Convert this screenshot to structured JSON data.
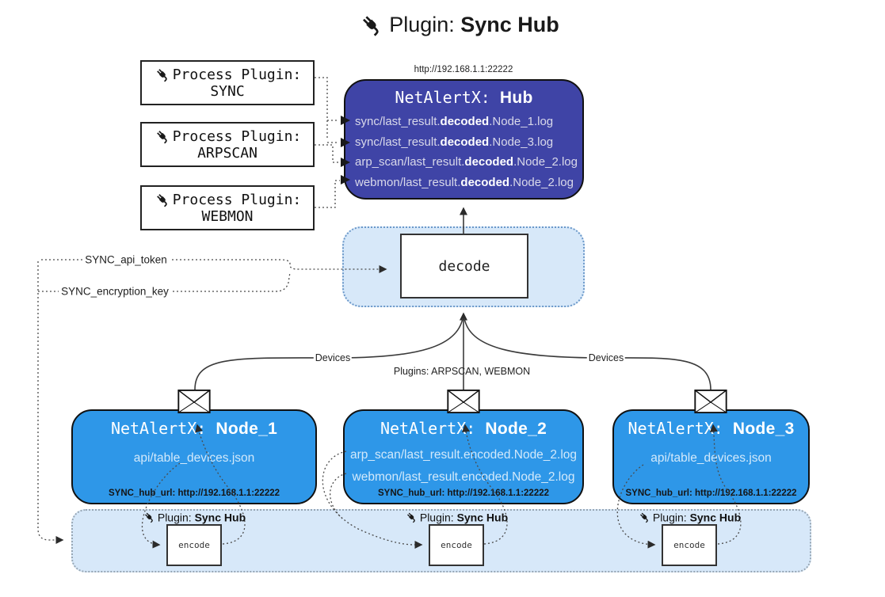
{
  "title": {
    "prefix": "Plugin: ",
    "bold": "Sync Hub"
  },
  "icons": {
    "plugin": "plug-icon",
    "message": "envelope-icon"
  },
  "process_plugins": [
    {
      "label": "Process Plugin:",
      "name": "SYNC"
    },
    {
      "label": "Process Plugin:",
      "name": "ARPSCAN"
    },
    {
      "label": "Process Plugin:",
      "name": "WEBMON"
    }
  ],
  "hub": {
    "url": "http://192.168.1.1:22222",
    "title_prefix": "NetAlertX: ",
    "title_bold": "Hub",
    "lines": [
      {
        "pre": "sync/last_result.",
        "bold": "decoded",
        "post": ".Node_1.log"
      },
      {
        "pre": "sync/last_result.",
        "bold": "decoded",
        "post": ".Node_3.log"
      },
      {
        "pre": "arp_scan/last_result.",
        "bold": "decoded",
        "post": ".Node_2.log"
      },
      {
        "pre": "webmon/last_result.",
        "bold": "decoded",
        "post": ".Node_2.log"
      }
    ]
  },
  "decode": {
    "label": "decode"
  },
  "config": {
    "api_token": "SYNC_api_token",
    "encryption_key": "SYNC_encryption_key"
  },
  "edges": {
    "devices_left": "Devices",
    "plugins_mid": "Plugins: ARPSCAN, WEBMON",
    "devices_right": "Devices"
  },
  "nodes": [
    {
      "title_prefix": "NetAlertX: ",
      "title_bold": "Node_1",
      "lines": [
        "api/table_devices.json"
      ],
      "hub_url": "SYNC_hub_url: http://192.168.1.1:22222"
    },
    {
      "title_prefix": "NetAlertX: ",
      "title_bold": "Node_2",
      "lines": [
        "arp_scan/last_result.encoded.Node_2.log",
        "webmon/last_result.encoded.Node_2.log"
      ],
      "hub_url": "SYNC_hub_url: http://192.168.1.1:22222"
    },
    {
      "title_prefix": "NetAlertX: ",
      "title_bold": "Node_3",
      "lines": [
        "api/table_devices.json"
      ],
      "hub_url": "SYNC_hub_url: http://192.168.1.1:22222"
    }
  ],
  "encode_band": {
    "plugin_prefix": "Plugin: ",
    "plugin_bold": "Sync Hub",
    "encode_label": "encode"
  },
  "colors": {
    "hub_fill": "#3f44a6",
    "node_fill": "#2e97e8",
    "panel_fill": "#d7e8f9",
    "panel_border": "#6b98c9",
    "band_border": "#97a6b4",
    "hub_text": "#d9d9ea",
    "node_text": "#d2e9fb"
  }
}
